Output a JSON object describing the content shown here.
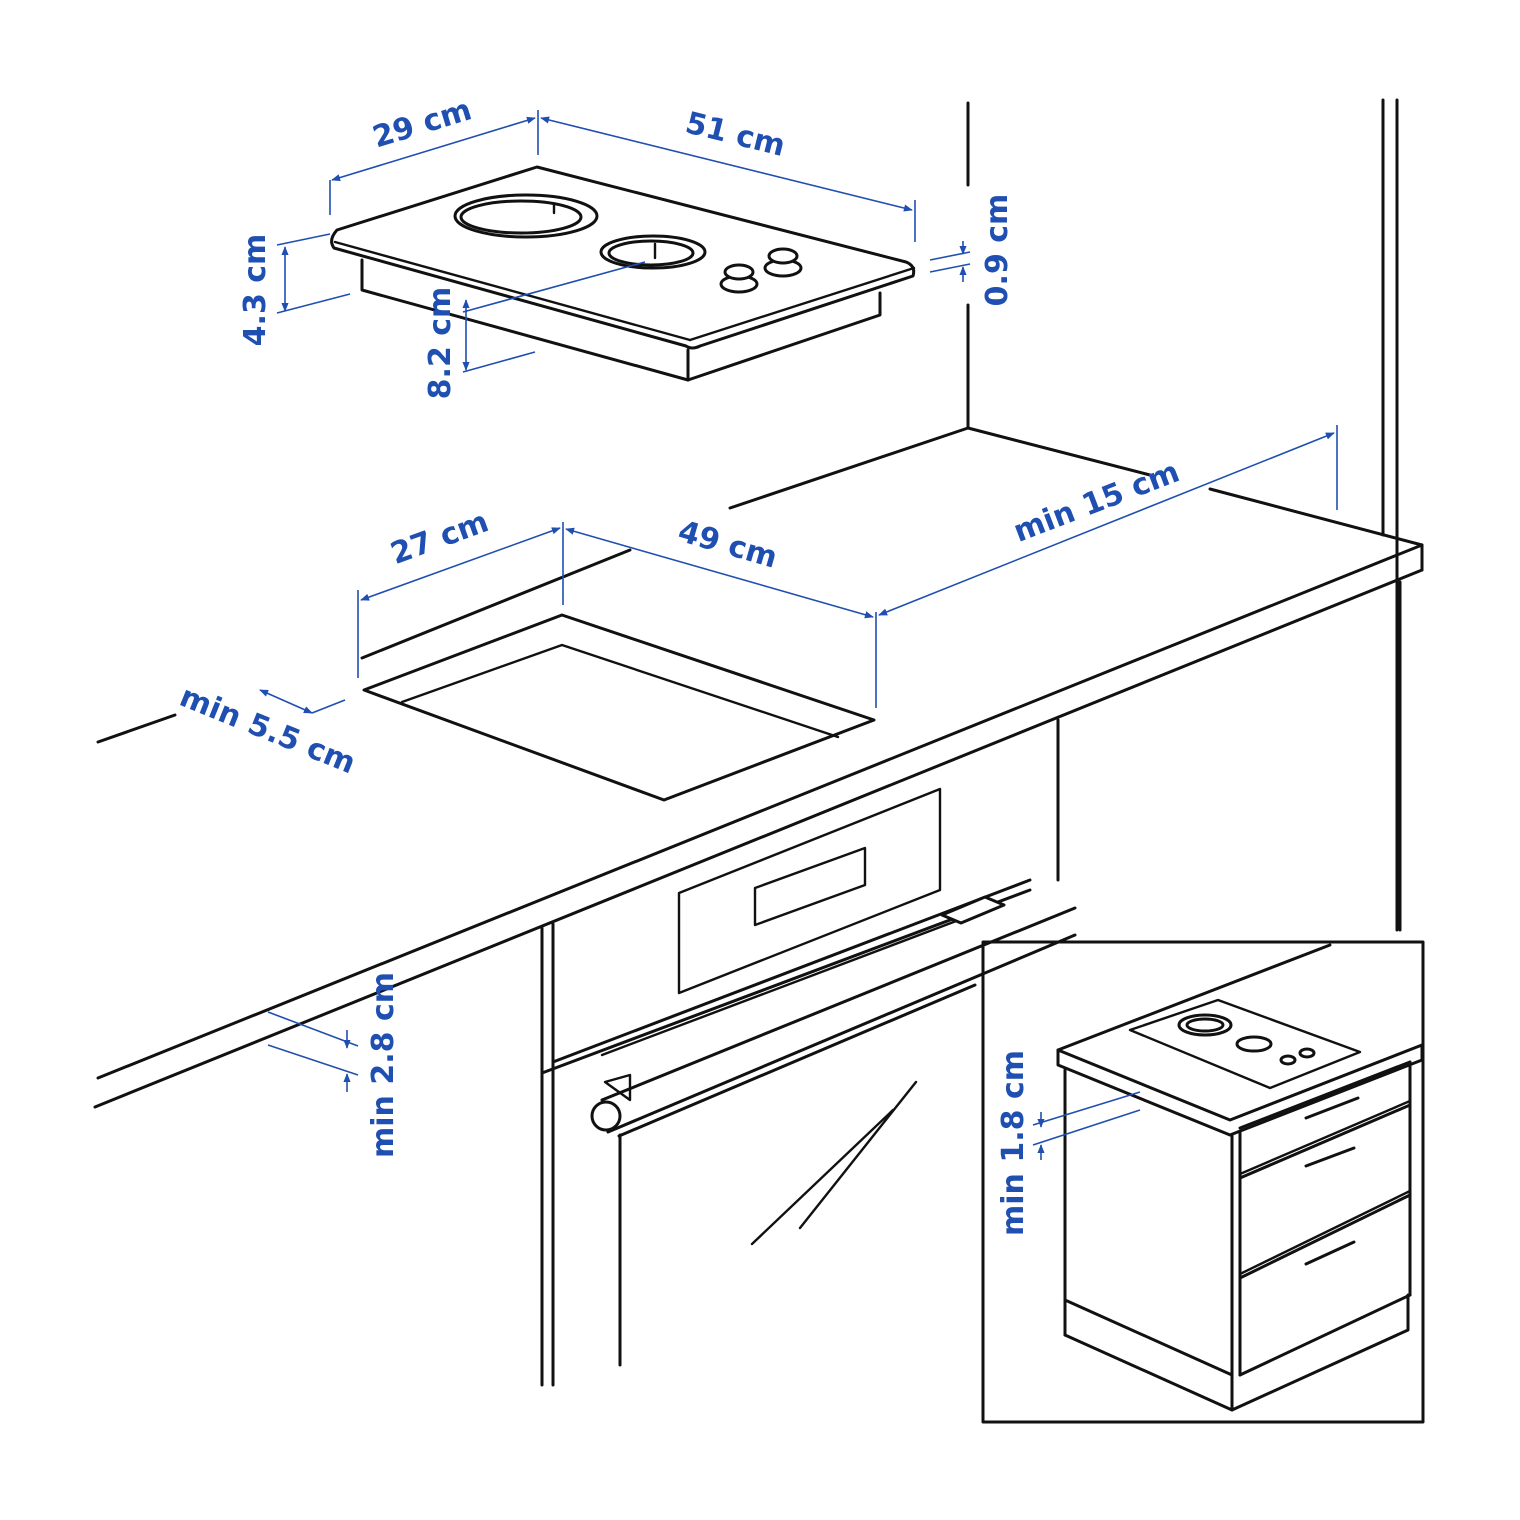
{
  "labels": {
    "hob_depth": "29 cm",
    "hob_width": "51 cm",
    "hob_height": "4.3 cm",
    "hob_top_thickness": "0.9 cm",
    "hob_under_depth": "8.2 cm",
    "cutout_depth": "27 cm",
    "cutout_width": "49 cm",
    "side_clearance": "min 15 cm",
    "front_clearance": "min 5.5 cm",
    "worktop_thickness": "min 2.8 cm",
    "inset_worktop_thickness": "min 1.8 cm"
  },
  "colors": {
    "line": "#111111",
    "dimension": "#1f4fb0",
    "background": "#ffffff"
  }
}
